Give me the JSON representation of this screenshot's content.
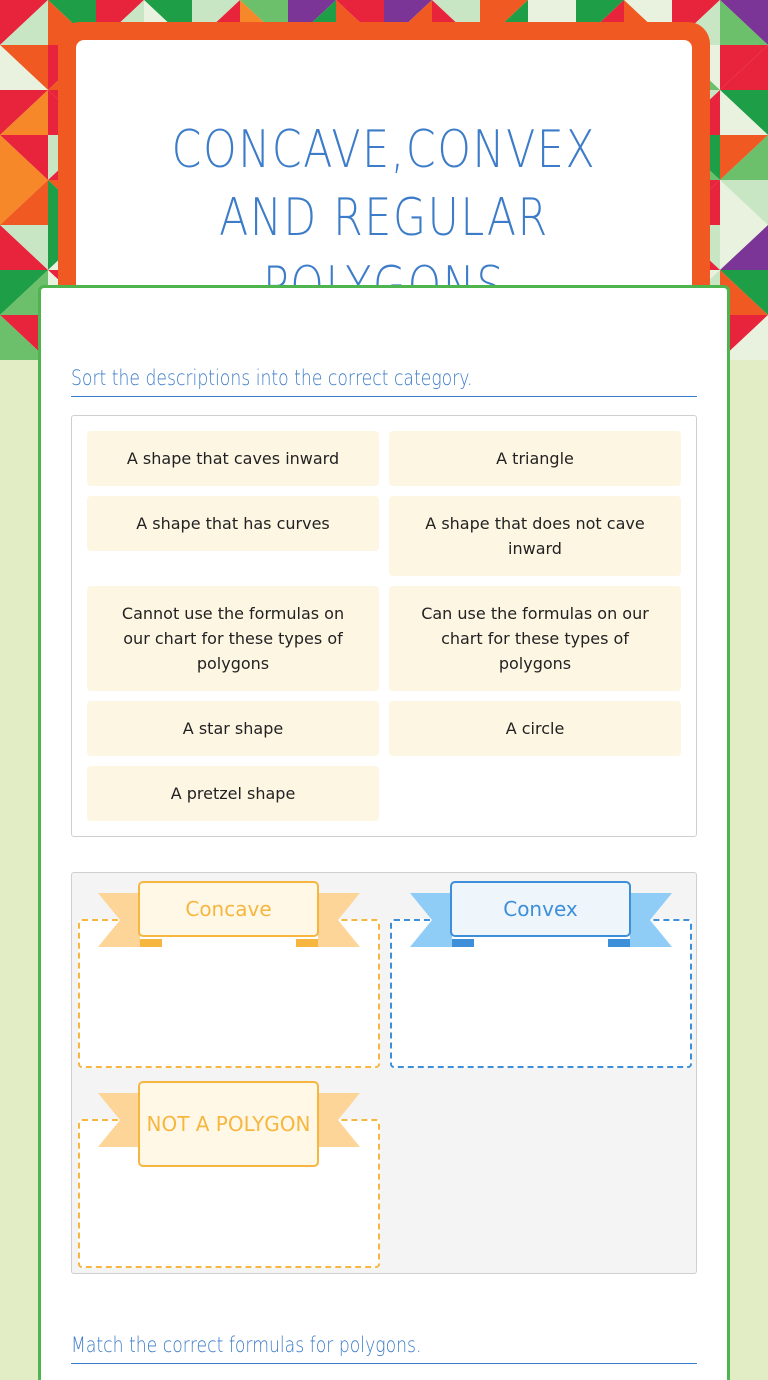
{
  "header": {
    "title": "CONCAVE,CONVEX AND REGULAR POLYGONS"
  },
  "instructions": [
    "Sort the descriptions into the correct category.",
    "Match the correct formulas for polygons."
  ],
  "cards": [
    "A shape that caves inward",
    "A triangle",
    "A shape that has curves",
    "A shape that does not cave inward",
    "Cannot use the formulas on our chart for these types of polygons",
    "Can use the formulas on our chart for these types of polygons",
    "A star shape",
    "A circle",
    "A pretzel shape"
  ],
  "categories": [
    {
      "label": "Concave",
      "color": "#f7b640",
      "fill": "#fff8e6",
      "ribbon": "#fdd598"
    },
    {
      "label": "Convex",
      "color": "#3c8fd8",
      "fill": "#eef5fb",
      "ribbon": "#8fcdf7"
    },
    {
      "label": "NOT A POLYGON",
      "color": "#f7b640",
      "fill": "#fff8e6",
      "ribbon": "#fdd598"
    }
  ],
  "colors": {
    "accent_orange": "#f05a22",
    "accent_green": "#4eb44e",
    "title_blue": "#3c7cc8",
    "card_bg": "#fdf6e3",
    "page_bg": "#e2edc6"
  }
}
